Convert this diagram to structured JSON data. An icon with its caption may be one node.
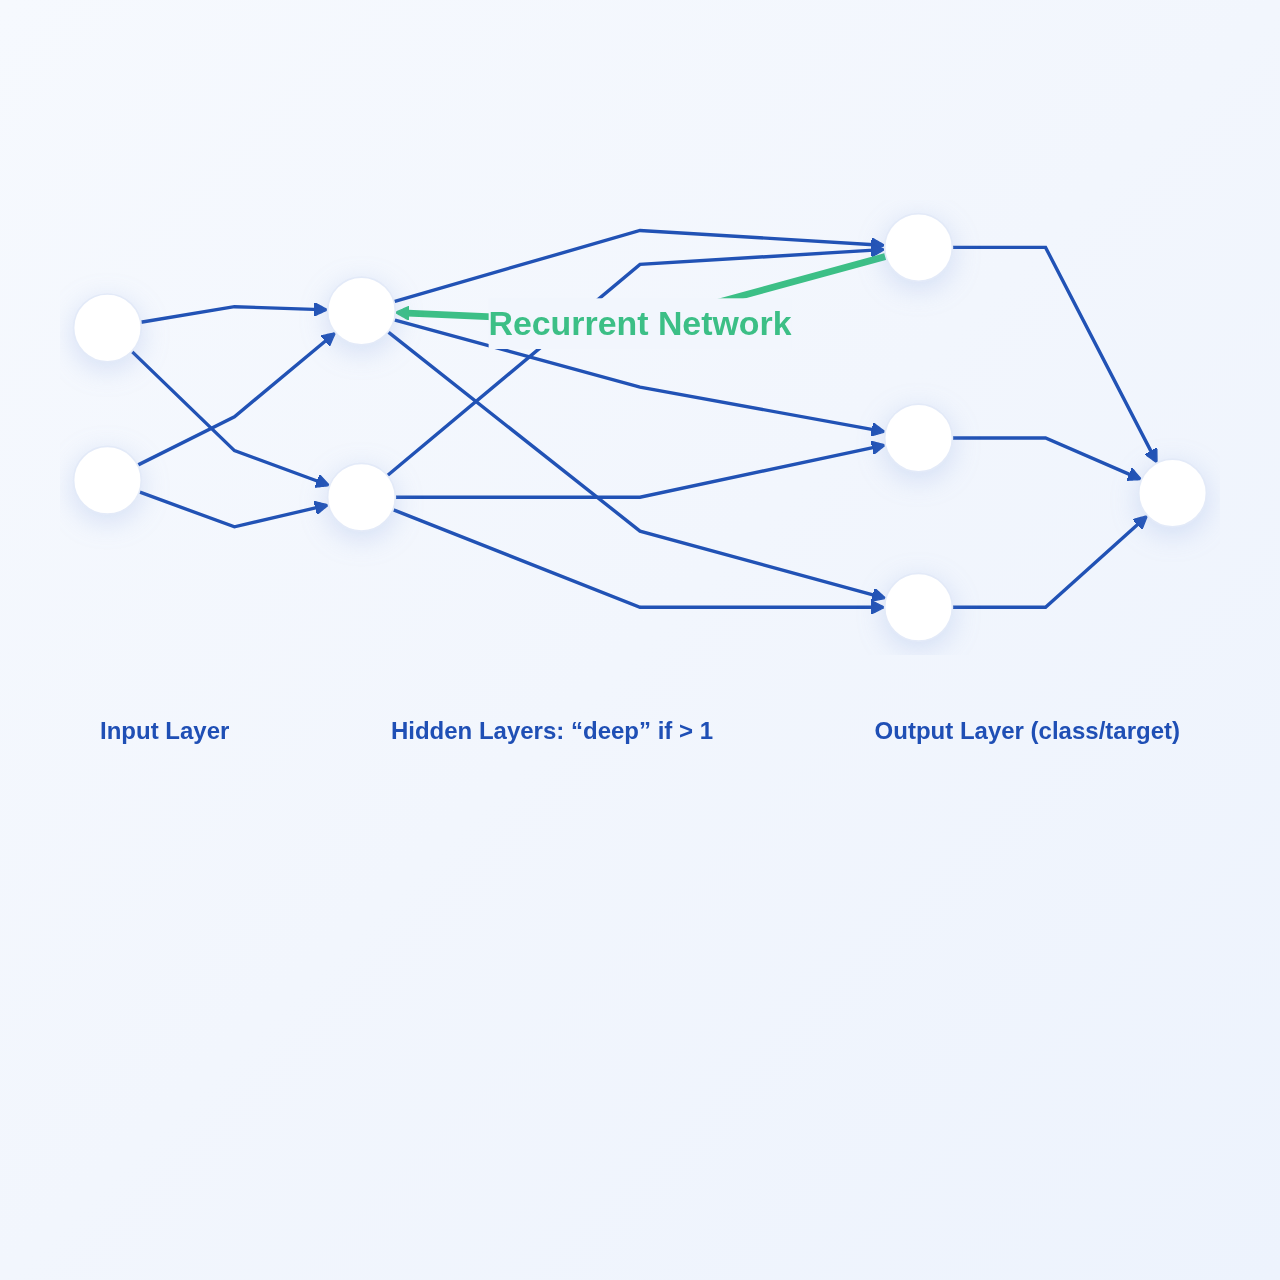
{
  "diagram": {
    "nodes": [
      {
        "text": [],
        "shape": "circle"
      },
      {
        "text": [],
        "shape": "circle"
      },
      {
        "text": [],
        "shape": "circle"
      },
      {
        "text": [],
        "shape": "circle"
      },
      {
        "text": [],
        "shape": "circle"
      },
      {
        "text": [],
        "shape": "circle"
      },
      {
        "text": [],
        "shape": "circle"
      },
      {
        "text": [],
        "shape": "circle"
      }
    ],
    "edges": [
      {
        "from": 0,
        "to": 2,
        "arrow": "to"
      },
      {
        "from": 0,
        "to": 3,
        "arrow": "to"
      },
      {
        "from": 1,
        "to": 2,
        "arrow": "to"
      },
      {
        "from": 1,
        "to": 3,
        "arrow": "to"
      },
      {
        "from": 2,
        "to": 4,
        "arrow": "to"
      },
      {
        "from": 2,
        "to": 5,
        "arrow": "to"
      },
      {
        "from": 2,
        "to": 6,
        "arrow": "to"
      },
      {
        "from": 3,
        "to": 4,
        "arrow": "to"
      },
      {
        "from": 3,
        "to": 5,
        "arrow": "to"
      },
      {
        "from": 3,
        "to": 6,
        "arrow": "to"
      },
      {
        "from": 4,
        "to": 7,
        "arrow": "to"
      },
      {
        "from": 5,
        "to": 7,
        "arrow": "to"
      },
      {
        "from": 6,
        "to": 7,
        "arrow": "to"
      },
      {
        "from": 4,
        "to": 2,
        "arrow": "to",
        "label": "Recurrent Network",
        "style": "thick",
        "color": "#3cbf86"
      }
    ],
    "labels": [
      "Input Layer",
      "Hidden Layers: “deep” if > 1",
      "Output Layer (class/target)"
    ]
  }
}
